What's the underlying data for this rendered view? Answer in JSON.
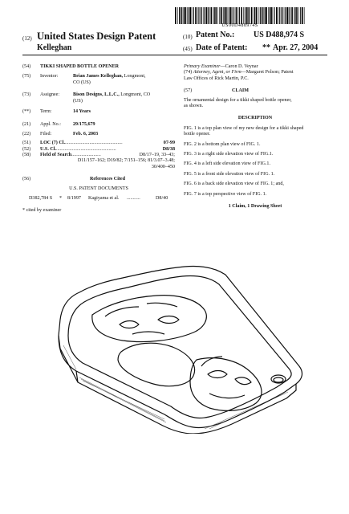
{
  "barcode": {
    "number": "US00D488974S"
  },
  "header": {
    "code12": "(12)",
    "title": "United States Design Patent",
    "inventor_surname": "Kelleghan",
    "code10": "(10)",
    "patent_no_label": "Patent No.:",
    "patent_no": "US D488,974 S",
    "code45": "(45)",
    "date_label": "Date of Patent:",
    "date_stars": "**",
    "date": "Apr. 27, 2004"
  },
  "left": {
    "f54": {
      "code": "(54)",
      "value": "TIKKI SHAPED BOTTLE OPENER"
    },
    "f75": {
      "code": "(75)",
      "label": "Inventor:",
      "name": "Brian James Kelleghan,",
      "addr1": "Longmont,",
      "addr2": "CO (US)"
    },
    "f73": {
      "code": "(73)",
      "label": "Assignee:",
      "name": "Bison Designs, L.L.C.,",
      "addr1": "Longmont, CO",
      "addr2": "(US)"
    },
    "term": {
      "code": "(**)",
      "label": "Term:",
      "value": "14 Years"
    },
    "f21": {
      "code": "(21)",
      "label": "Appl. No.:",
      "value": "29/175,679"
    },
    "f22": {
      "code": "(22)",
      "label": "Filed:",
      "value": "Feb. 6, 2003"
    },
    "f51": {
      "code": "(51)",
      "label": "LOC (7) Cl.",
      "dots": "...............................................",
      "value": "07-99"
    },
    "f52": {
      "code": "(52)",
      "label": "U.S. Cl.",
      "dots": ".................................................",
      "value": "D8/38"
    },
    "f58": {
      "code": "(58)",
      "label": "Field of Search",
      "dots": "........................",
      "line1": "D8/17–19, 33–43;",
      "line2": "D11/157–162; D19/82; 7/151–156; 81/3.07–3.48;",
      "line3": "30/400–450"
    },
    "f56": {
      "code": "(56)",
      "label": "References Cited"
    },
    "us_docs": "U.S. PATENT DOCUMENTS",
    "ref": {
      "num": "D382,784 S",
      "star": "*",
      "date": "8/1997",
      "name": "Kagiyama et al.",
      "dots": "...........",
      "cls": "D8/40"
    },
    "cited": "* cited by examiner"
  },
  "right": {
    "examiner_label": "Primary Examiner",
    "examiner_name": "—Caron D. Veynar",
    "attorney_code": "(74)",
    "attorney_label": "Attorney, Agent, or Firm",
    "attorney_line1": "—Margaret Polson; Patent",
    "attorney_line2": "Law Offices of Rick Martin, P.C.",
    "claim_code": "(57)",
    "claim_heading": "CLAIM",
    "claim_line1": "The ornamental design for a tikki shaped bottle opener,",
    "claim_line2": "as shown.",
    "desc_heading": "DESCRIPTION",
    "figures": [
      {
        "l1": "FIG. 1 is a top plan view of my new design for a tikki shaped",
        "l2": "bottle opener."
      },
      {
        "l1": "FIG. 2 is a bottom plan view of FIG. 1.",
        "l2": ""
      },
      {
        "l1": "FIG. 3 is a right side elevation view of FIG.1.",
        "l2": ""
      },
      {
        "l1": "FIG. 4 is a left side elevation view of FIG.1.",
        "l2": ""
      },
      {
        "l1": "FIG. 5 is a front side elevation view of FIG. 1.",
        "l2": ""
      },
      {
        "l1": "FIG. 6 is a back side elevation view of FIG. 1; and,",
        "l2": ""
      },
      {
        "l1": "FIG. 7 is a top perspective view of FIG. 1.",
        "l2": ""
      }
    ],
    "claims_sheet": "1 Claim, 1 Drawing Sheet"
  }
}
